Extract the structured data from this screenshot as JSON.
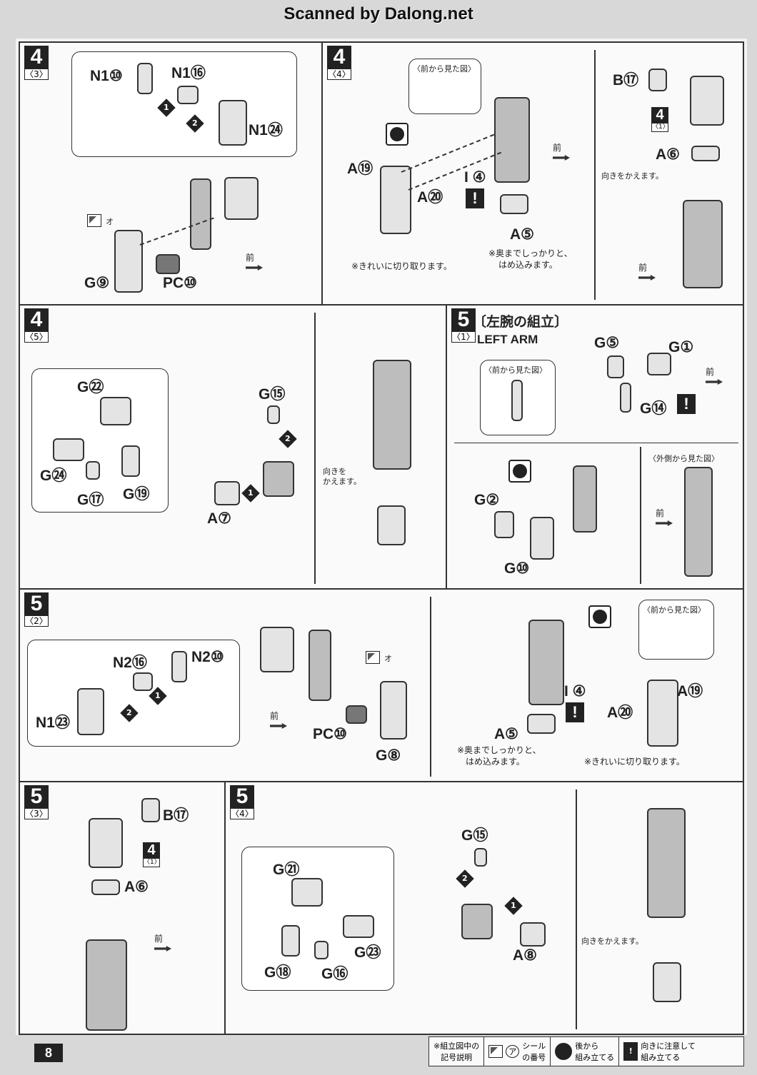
{
  "watermark": "Scanned by Dalong.net",
  "page_number": "8",
  "panels": {
    "p43": {
      "step": "4",
      "sub": "〈3〉",
      "labels": {
        "n1a": "N1⑩",
        "n1b": "N1⑯",
        "n1c": "N1㉔",
        "g9": "G⑨",
        "pc10": "PC⑩",
        "front": "前",
        "sticker": "オ"
      },
      "steps": [
        "1",
        "2"
      ]
    },
    "p44": {
      "step": "4",
      "sub": "〈4〉",
      "front_view": "〈前から見た図〉",
      "labels": {
        "a19": "A⑲",
        "a20": "A⑳",
        "i4": "I ④",
        "a5": "A⑤",
        "front": "前"
      },
      "note_cut": "※きれいに切り取ります。",
      "note_fit1": "※奥までしっかりと、",
      "note_fit2": "はめ込みます。",
      "side": {
        "b17": "B⑰",
        "step4": "4",
        "step4sub": "〈1〉",
        "a6": "A⑥",
        "turn": "向きをかえます。",
        "front": "前"
      }
    },
    "p45": {
      "step": "4",
      "sub": "〈5〉",
      "labels": {
        "g22": "G㉒",
        "g24": "G㉔",
        "g17": "G⑰",
        "g19": "G⑲",
        "g15": "G⑮",
        "a7": "A⑦"
      },
      "turn1": "向きを",
      "turn2": "かえます。",
      "steps": [
        "1",
        "2"
      ]
    },
    "p51": {
      "step": "5",
      "sub": "〈1〉",
      "title_jp": "〔左腕の組立〕",
      "title_en": "LEFT ARM",
      "front_view": "〈前から見た図〉",
      "outer_view": "〈外側から見た図〉",
      "labels": {
        "g5": "G⑤",
        "g1": "G①",
        "g14": "G⑭",
        "g2": "G②",
        "g10": "G⑩",
        "front": "前",
        "front2": "前"
      }
    },
    "p52": {
      "step": "5",
      "sub": "〈2〉",
      "labels": {
        "n2a": "N2⑯",
        "n2b": "N2⑩",
        "n1": "N1㉓",
        "front": "前",
        "pc10": "PC⑩",
        "g8": "G⑧",
        "sticker": "オ",
        "a19": "A⑲",
        "i4": "I ④",
        "a20": "A⑳",
        "a5": "A⑤"
      },
      "front_view": "〈前から見た図〉",
      "note_fit1": "※奥までしっかりと、",
      "note_fit2": "はめ込みます。",
      "note_cut": "※きれいに切り取ります。",
      "steps": [
        "1",
        "2"
      ]
    },
    "p53": {
      "step": "5",
      "sub": "〈3〉",
      "labels": {
        "b17": "B⑰",
        "step4": "4",
        "step4sub": "〈1〉",
        "a6": "A⑥",
        "front": "前"
      }
    },
    "p54": {
      "step": "5",
      "sub": "〈4〉",
      "labels": {
        "g21": "G㉑",
        "g23": "G㉓",
        "g18": "G⑱",
        "g16": "G⑯",
        "g15": "G⑮",
        "a8": "A⑧"
      },
      "turn": "向きをかえます。",
      "steps": [
        "1",
        "2"
      ]
    }
  },
  "legend": {
    "title1": "※組立図中の",
    "title2": "記号説明",
    "sticker_mark": "ア",
    "sticker1": "シール",
    "sticker2": "の番号",
    "back1": "後から",
    "back2": "組み立てる",
    "warn_mark": "!",
    "warn1": "向きに注意して",
    "warn2": "組み立てる"
  }
}
